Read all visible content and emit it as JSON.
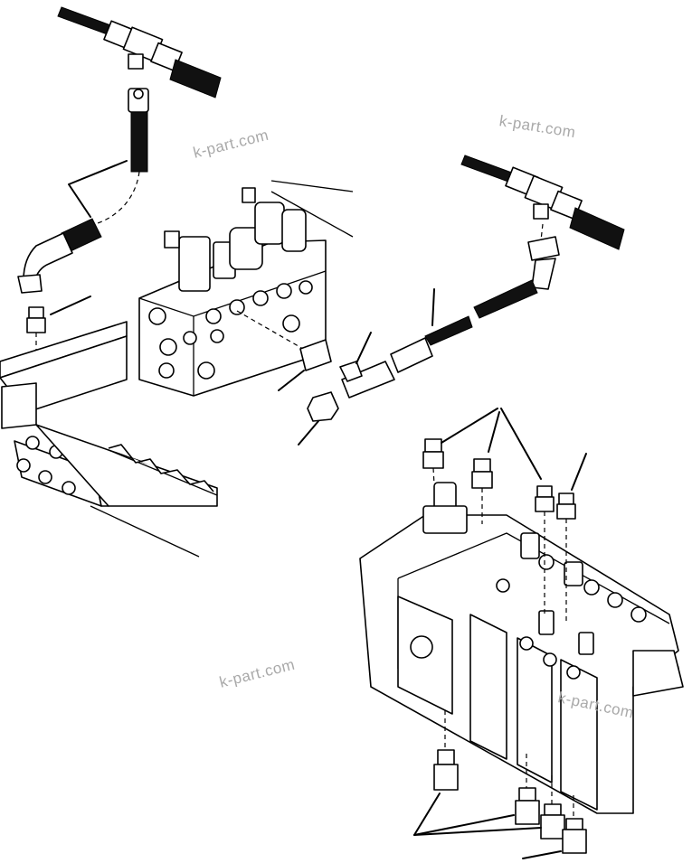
{
  "watermark": {
    "text_1": "k-part.com",
    "text_2": "k-part.com",
    "text_3": "k-part.com",
    "text_4": "k-part.com",
    "color": "#a9a9a9"
  },
  "diagram": {
    "line_color": "#000000",
    "background": "#ffffff",
    "style": "exploded hydraulic parts illustration"
  }
}
